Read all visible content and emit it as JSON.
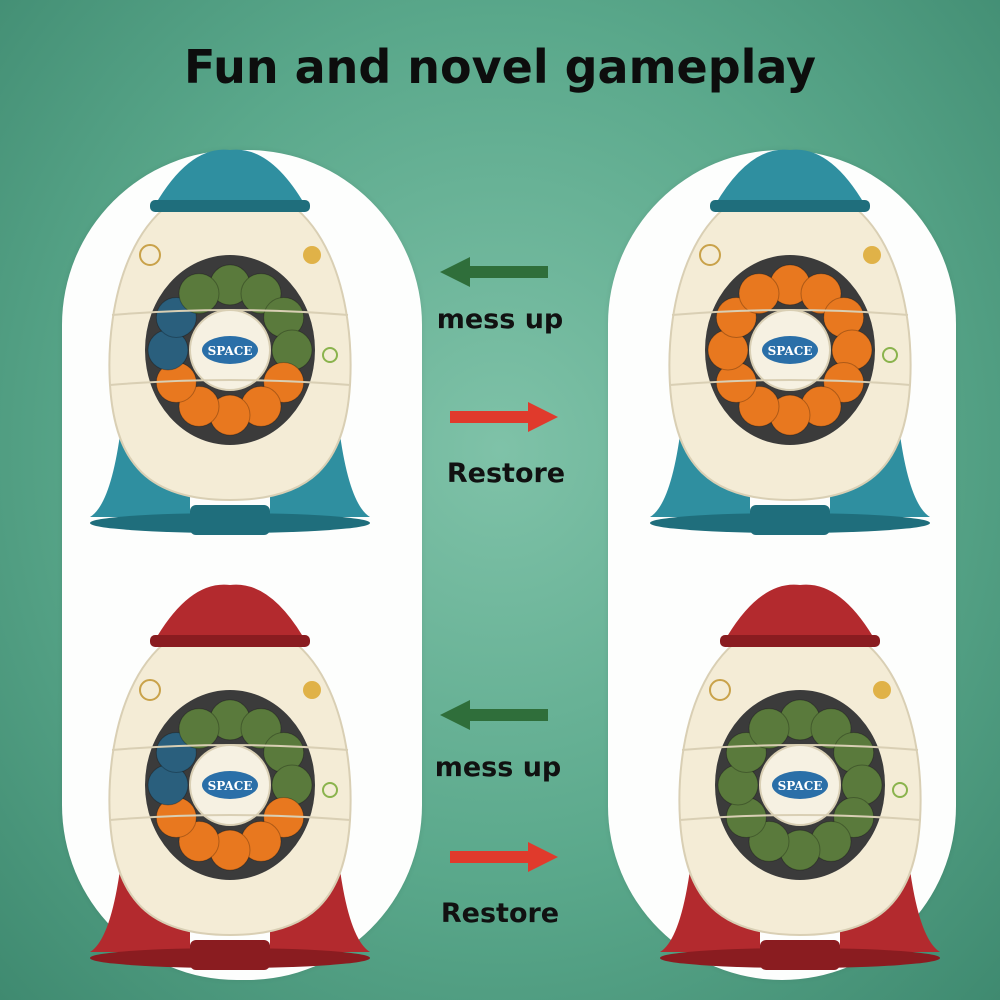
{
  "title": "Fun and novel gameplay",
  "rockets": [
    {
      "id": "blue-mixed",
      "theme": "blue",
      "state": "mixed",
      "badge": "SPACE"
    },
    {
      "id": "blue-solved",
      "theme": "blue",
      "state": "solved",
      "badge": "SPACE"
    },
    {
      "id": "red-mixed",
      "theme": "red",
      "state": "mixed",
      "badge": "SPACE"
    },
    {
      "id": "red-solved",
      "theme": "red",
      "state": "solved",
      "badge": "SPACE"
    }
  ],
  "rows": [
    {
      "mess_label": "mess up",
      "restore_label": "Restore"
    },
    {
      "mess_label": "mess up",
      "restore_label": "Restore"
    }
  ],
  "colors": {
    "background": "#5aa88b",
    "panel": "#fdfefd",
    "blue_accent": "#2f8fa0",
    "red_accent": "#b32a2e",
    "rocket_body": "#f4ecd6",
    "ball_orange": "#e8781f",
    "ball_green": "#5a7a3c",
    "ball_blue": "#2a5f7d",
    "arrow_left": "#2f6e3a",
    "arrow_right": "#e03a2c"
  }
}
